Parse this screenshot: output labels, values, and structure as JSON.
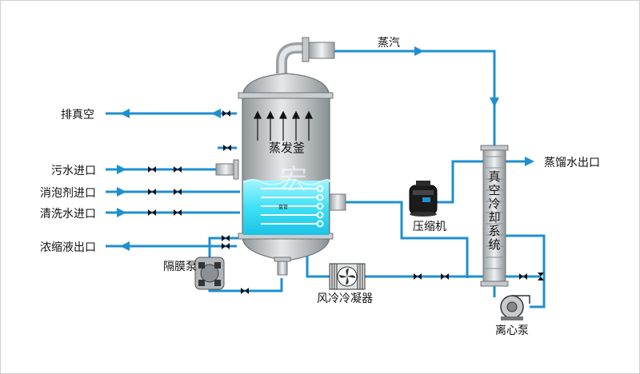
{
  "labels": {
    "steam": "蒸汽",
    "vacuum_exhaust": "排真空",
    "wastewater_inlet": "污水进口",
    "defoamer_inlet": "消泡剂进口",
    "wash_water_inlet": "清洗水进口",
    "concentrate_outlet": "浓缩液出口",
    "evaporator": "蒸发釜",
    "coil": "盘管",
    "diaphragm_pump": "隔膜泵",
    "air_cooled_condenser": "风冷冷凝器",
    "compressor": "压缩机",
    "distillate_outlet": "蒸馏水出口",
    "vacuum_cooling_system": "真空冷却系统",
    "centrifugal_pump": "离心泵",
    "watermark": "宏"
  },
  "colors": {
    "pipe": "#1e8fd0",
    "vessel": "#b8bcbf",
    "liquid": "#3fe0f5",
    "text": "#111111"
  }
}
